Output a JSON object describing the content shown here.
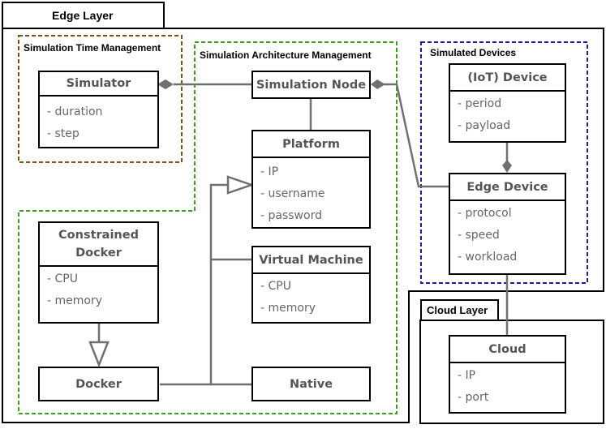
{
  "layers": {
    "edge": {
      "title": "Edge Layer"
    },
    "cloud": {
      "title": "Cloud Layer"
    }
  },
  "groups": {
    "time": {
      "title": "Simulation Time Management",
      "color": "#7a5310"
    },
    "arch": {
      "title": "Simulation Architecture Management",
      "color": "#3aa11c"
    },
    "devices": {
      "title": "Simulated Devices",
      "color": "#1b1ba3"
    }
  },
  "classes": {
    "simulator": {
      "name": "Simulator",
      "attrs": [
        "- duration",
        "- step"
      ]
    },
    "simulation_node": {
      "name": "Simulation Node"
    },
    "platform": {
      "name": "Platform",
      "attrs": [
        "- IP",
        "- username",
        "- password"
      ]
    },
    "virtual_machine": {
      "name": "Virtual Machine",
      "attrs": [
        "- CPU",
        "- memory"
      ]
    },
    "constrained_docker": {
      "name_line1": "Constrained",
      "name_line2": "Docker",
      "attrs": [
        "- CPU",
        "- memory"
      ]
    },
    "docker": {
      "name": "Docker"
    },
    "native": {
      "name": "Native"
    },
    "iot_device": {
      "name": "(IoT) Device",
      "attrs": [
        "- period",
        "- payload"
      ]
    },
    "edge_device": {
      "name": "Edge Device",
      "attrs": [
        "- protocol",
        "- speed",
        "- workload"
      ]
    },
    "cloud": {
      "name": "Cloud",
      "attrs": [
        "- IP",
        "- port"
      ]
    }
  },
  "colors": {
    "connector": "#707070"
  }
}
